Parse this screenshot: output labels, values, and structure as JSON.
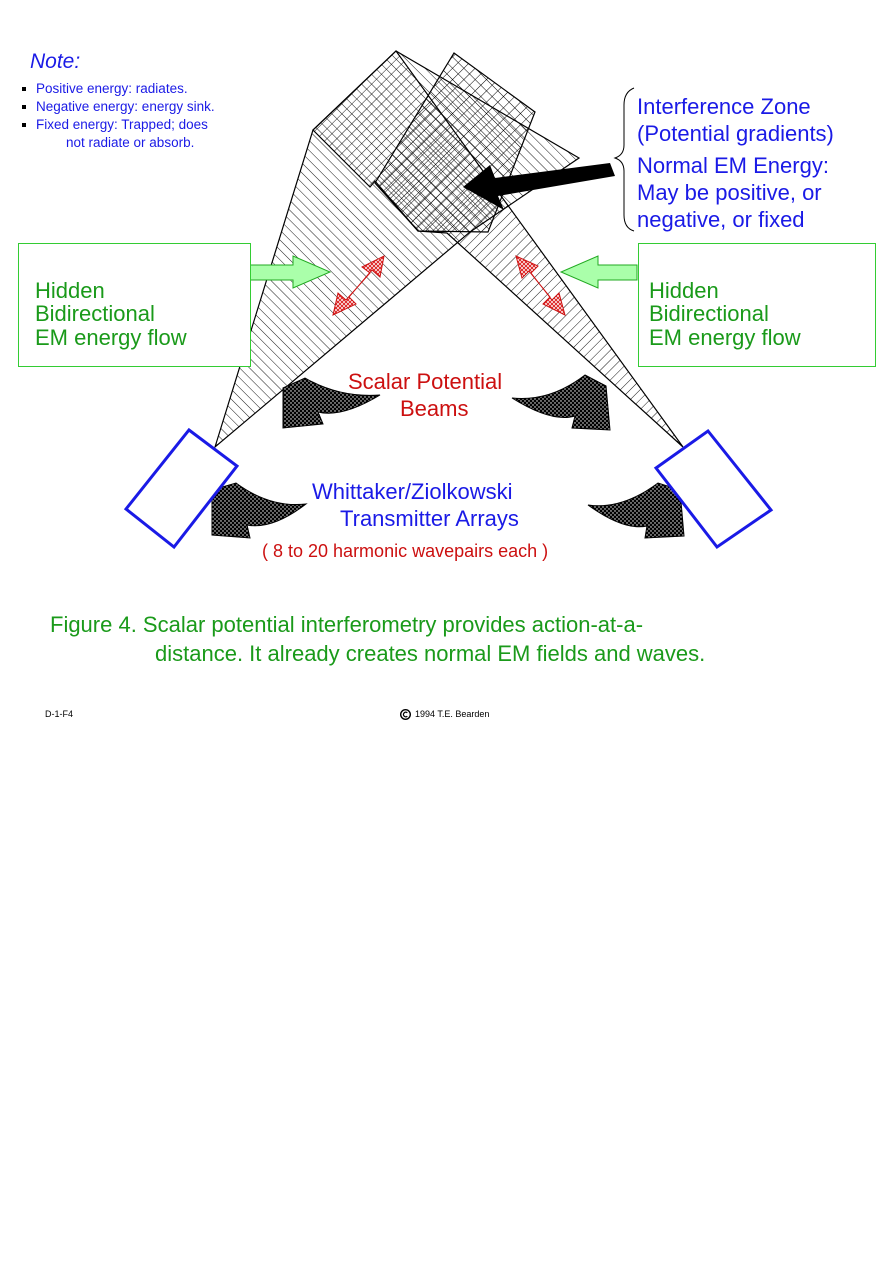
{
  "note": {
    "title": "Note:",
    "items": [
      "Positive energy: radiates.",
      "Negative energy: energy sink.",
      "Fixed energy: Trapped; does",
      "not radiate or absorb."
    ]
  },
  "interference": {
    "line1": "Interference Zone",
    "line2": "(Potential gradients)",
    "line3": "Normal EM Energy:",
    "line4": "May be positive, or",
    "line5": "negative, or fixed"
  },
  "hidden_left": {
    "line1": "Hidden",
    "line2": "Bidirectional",
    "line3": "EM energy flow"
  },
  "hidden_right": {
    "line1": "Hidden",
    "line2": "Bidirectional",
    "line3": "EM energy flow"
  },
  "scalar": {
    "line1": "Scalar Potential",
    "line2": "Beams"
  },
  "transmitter": {
    "line1": "Whittaker/Ziolkowski",
    "line2": "Transmitter Arrays",
    "note": "( 8 to 20 harmonic wavepairs each )"
  },
  "caption": {
    "line1": "Figure 4.  Scalar potential interferometry provides action-at-a-",
    "line2": "distance.  It already creates normal EM fields and waves."
  },
  "footer": {
    "id": "D-1-F4",
    "copyright": "1994 T.E. Bearden"
  },
  "colors": {
    "blue": "#1a1ae6",
    "green": "#1a9a1a",
    "red": "#cc1010",
    "box_border": "#33cc33",
    "transmitter": "#1a1ae6"
  }
}
